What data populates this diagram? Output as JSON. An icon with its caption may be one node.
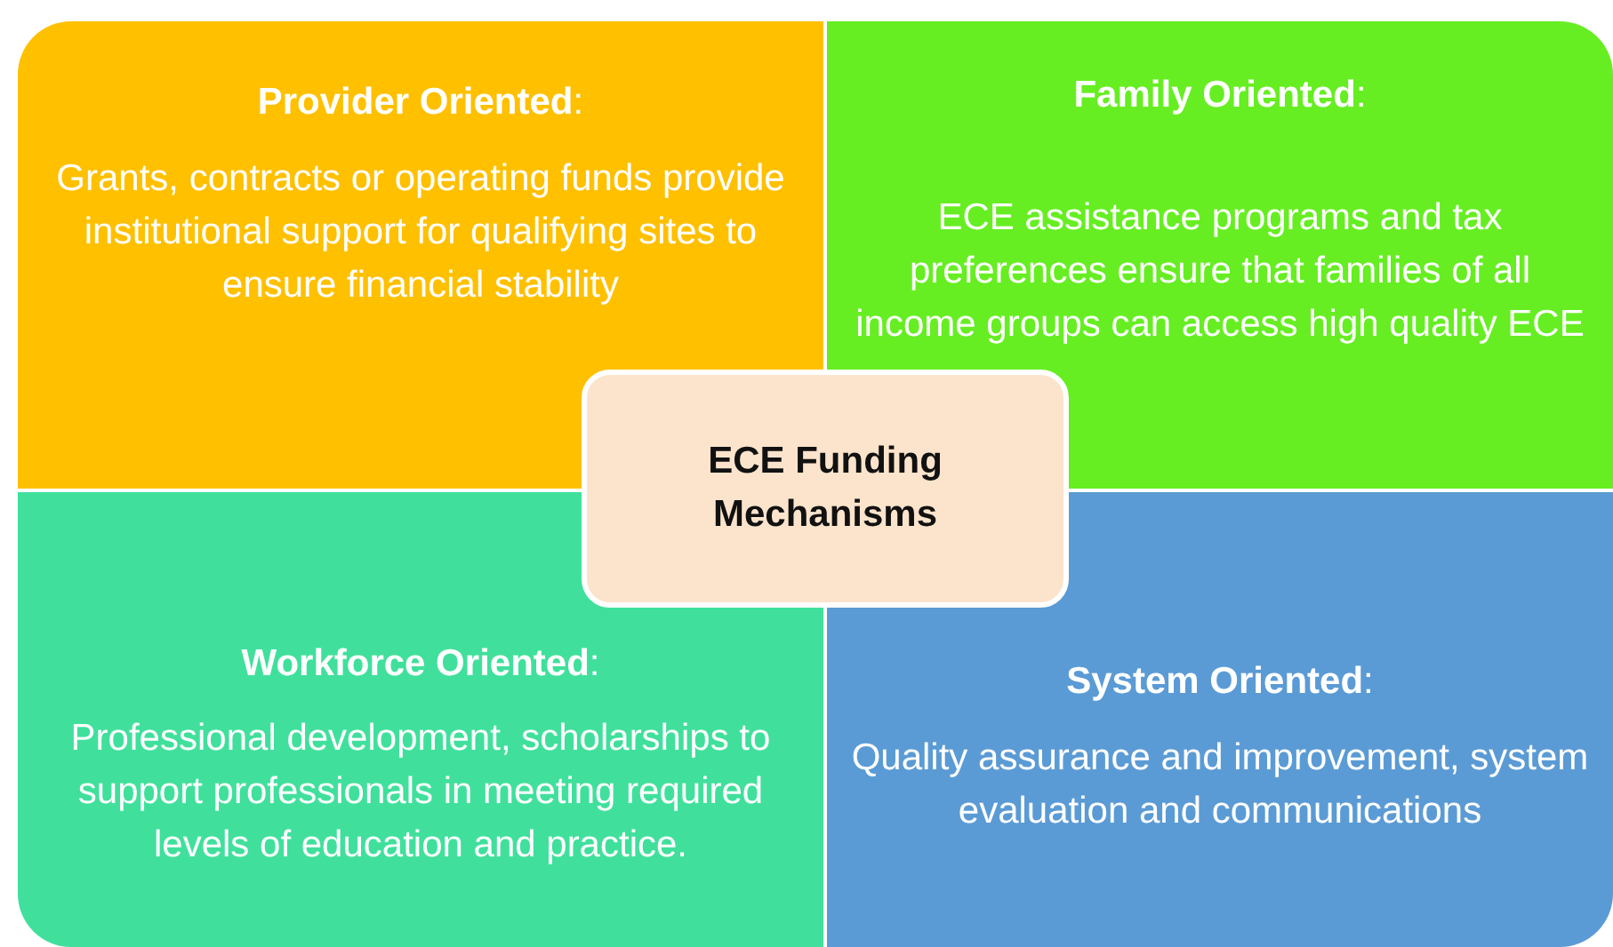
{
  "diagram": {
    "nodes": [
      {
        "text": [
          "**Provider Oriented**:",
          "Grants, contracts or operating funds provide institutional support for qualifying sites to ensure financial stability"
        ]
      },
      {
        "text": [
          "**Family Oriented**:",
          "ECE assistance programs and tax preferences ensure that families of all income groups can access high quality ECE"
        ]
      },
      {
        "text": [
          "**Workforce Oriented**:",
          "Professional development, scholarships to support professionals in meeting required levels of education and practice."
        ]
      },
      {
        "text": [
          "**System Oriented**:",
          "Quality assurance and improvement, system evaluation and communications"
        ]
      },
      {
        "text": [
          "ECE Funding Mechanisms"
        ]
      }
    ],
    "edges": []
  }
}
